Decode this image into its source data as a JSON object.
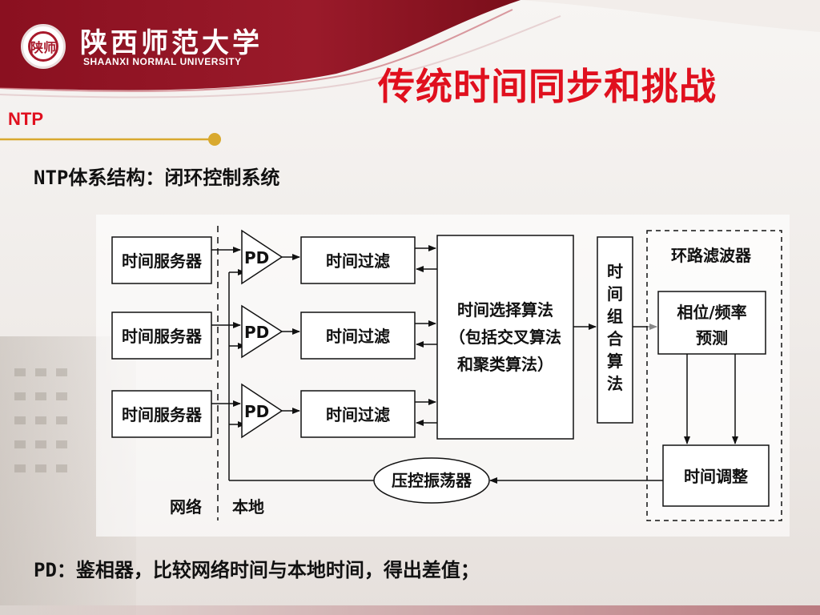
{
  "header": {
    "logo_seal": "陕师",
    "logo_cn": "陕西师范大学",
    "logo_en": "SHAANXI NORMAL UNIVERSITY",
    "title": "传统时间同步和挑战"
  },
  "section": "NTP",
  "subtitle": "NTP体系结构：闭环控制系统",
  "diagram": {
    "servers": [
      "时间服务器",
      "时间服务器",
      "时间服务器"
    ],
    "pd": [
      "PD",
      "PD",
      "PD"
    ],
    "filters": [
      "时间过滤",
      "时间过滤",
      "时间过滤"
    ],
    "selection": [
      "时间选择算法",
      "（包括交叉算法",
      "和聚类算法）"
    ],
    "combine": [
      "时",
      "间",
      "组",
      "合",
      "算",
      "法"
    ],
    "loop_filter": {
      "title": "环路滤波器",
      "predict": [
        "相位/频率",
        "预测"
      ],
      "adjust": "时间调整"
    },
    "oscillator": "压控振荡器",
    "label_network": "网络",
    "label_local": "本地"
  },
  "footnote": "PD：鉴相器，比较网络时间与本地时间，得出差值；",
  "colors": {
    "maroon": "#8e1423",
    "title_red": "#e0101e",
    "gold_line": "#d9a92e"
  }
}
